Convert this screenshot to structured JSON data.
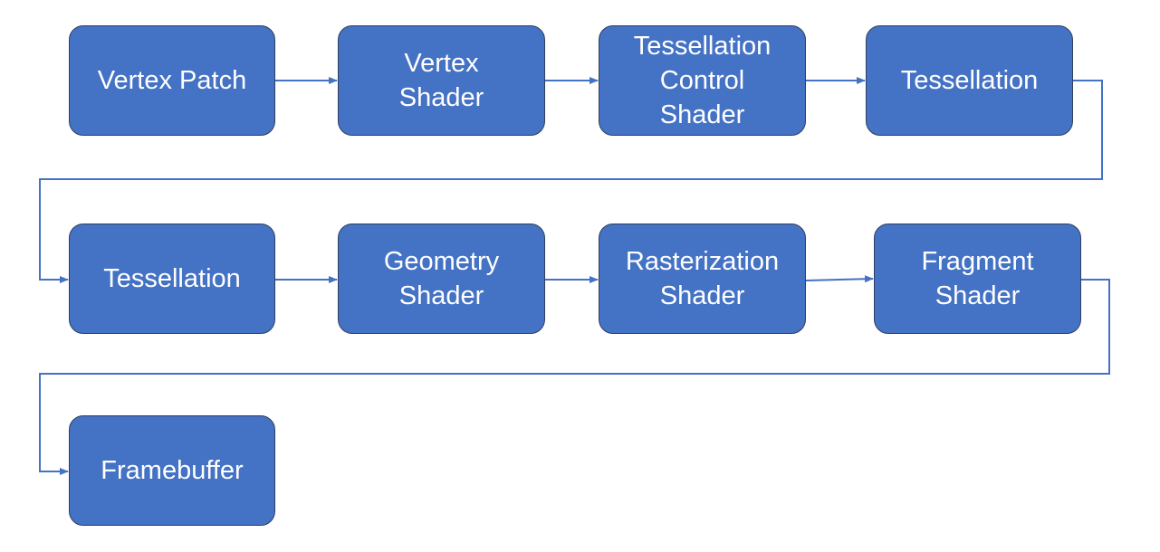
{
  "nodes": [
    {
      "id": "vertex-patch",
      "label": "Vertex Patch"
    },
    {
      "id": "vertex-shader",
      "label": "Vertex\nShader"
    },
    {
      "id": "tessellation-control-shader",
      "label": "Tessellation\nControl\nShader"
    },
    {
      "id": "tessellation-1",
      "label": "Tessellation"
    },
    {
      "id": "tessellation-2",
      "label": "Tessellation"
    },
    {
      "id": "geometry-shader",
      "label": "Geometry\nShader"
    },
    {
      "id": "rasterization-shader",
      "label": "Rasterization\nShader"
    },
    {
      "id": "fragment-shader",
      "label": "Fragment\nShader"
    },
    {
      "id": "framebuffer",
      "label": "Framebuffer"
    }
  ],
  "edges": [
    {
      "from": "vertex-patch",
      "to": "vertex-shader"
    },
    {
      "from": "vertex-shader",
      "to": "tessellation-control-shader"
    },
    {
      "from": "tessellation-control-shader",
      "to": "tessellation-1"
    },
    {
      "from": "tessellation-1",
      "to": "tessellation-2"
    },
    {
      "from": "tessellation-2",
      "to": "geometry-shader"
    },
    {
      "from": "geometry-shader",
      "to": "rasterization-shader"
    },
    {
      "from": "rasterization-shader",
      "to": "fragment-shader"
    },
    {
      "from": "fragment-shader",
      "to": "framebuffer"
    }
  ],
  "colors": {
    "node_fill": "#4472c4",
    "node_border": "#2f3f5e",
    "node_text": "#ffffff",
    "connector": "#4472c4"
  }
}
